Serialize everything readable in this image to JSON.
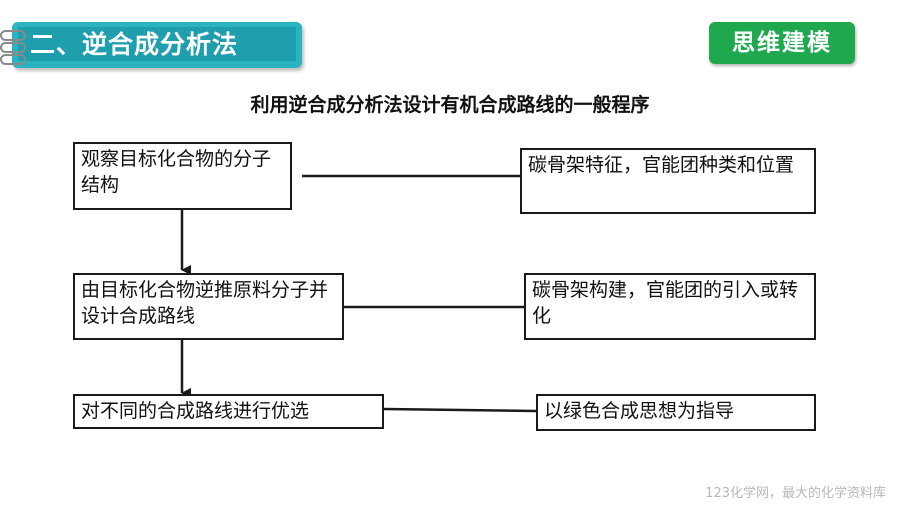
{
  "header": {
    "section_title": "二、逆合成分析法",
    "badge": "思维建模"
  },
  "diagram": {
    "title": "利用逆合成分析法设计有机合成路线的一般程序",
    "steps": [
      {
        "left": "观察目标化合物的分子结构",
        "right": "碳骨架特征，官能团种类和位置"
      },
      {
        "left": "由目标化合物逆推原料分子并设计合成路线",
        "right": "碳骨架构建，官能团的引入或转化"
      },
      {
        "left": "对不同的合成路线进行优选",
        "right": "以绿色合成思想为指导"
      }
    ]
  },
  "footer": {
    "watermark": "123化学网，最大的化学资料库"
  },
  "colors": {
    "tab": "#2bb3c0",
    "badge": "#1fa84e",
    "line": "#1a1a1a"
  }
}
